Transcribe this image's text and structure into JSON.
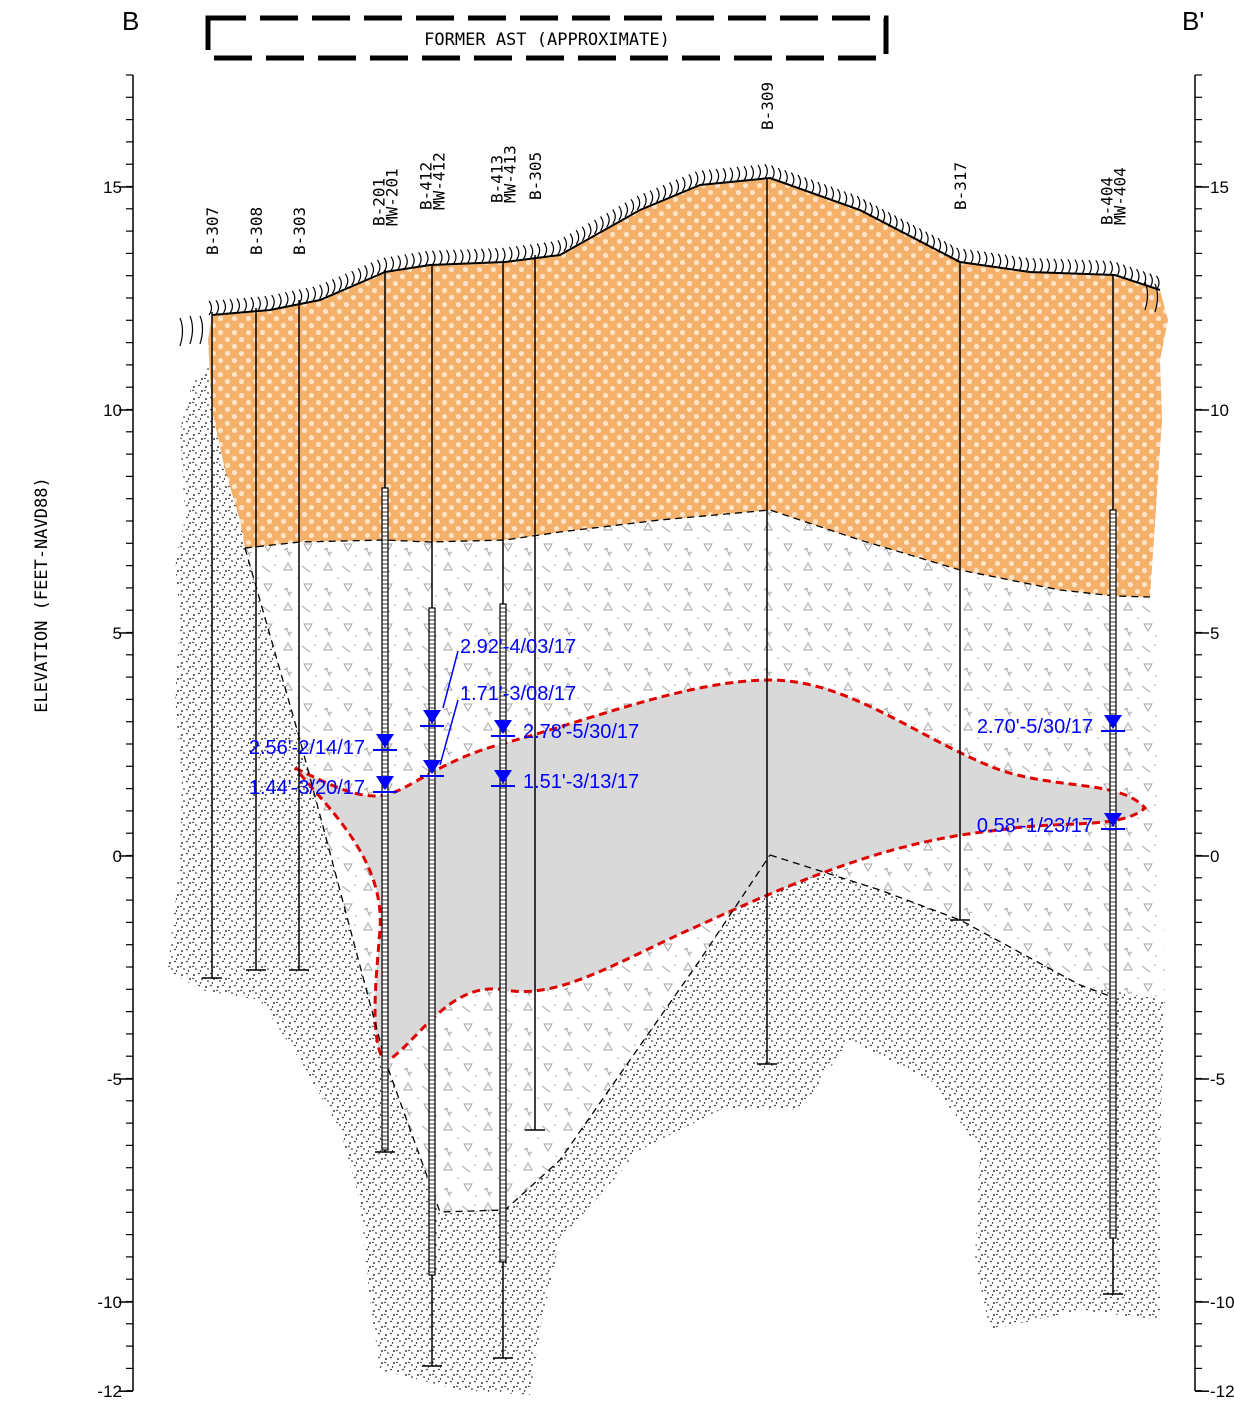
{
  "section": {
    "start_label": "B",
    "end_label": "B'",
    "feature_label": "FORMER AST (APPROXIMATE)",
    "y_axis_title": "ELEVATION (FEET-NAVD88)",
    "left_ticks": [
      "15",
      "10",
      "5",
      "0",
      "-5",
      "-10",
      "-12"
    ],
    "right_ticks": [
      "15",
      "10",
      "5",
      "0",
      "-5",
      "-10",
      "-12"
    ]
  },
  "borings": [
    {
      "id": "B-307",
      "label_lines": [
        "B-307"
      ]
    },
    {
      "id": "B-308",
      "label_lines": [
        "B-308"
      ]
    },
    {
      "id": "B-303",
      "label_lines": [
        "B-303"
      ]
    },
    {
      "id": "B-201",
      "label_lines": [
        "B-201",
        "MW-201"
      ]
    },
    {
      "id": "B-412",
      "label_lines": [
        "B-412",
        "MW-412"
      ]
    },
    {
      "id": "B-413",
      "label_lines": [
        "B-413",
        "MW-413"
      ]
    },
    {
      "id": "B-305",
      "label_lines": [
        "B-305"
      ]
    },
    {
      "id": "B-309",
      "label_lines": [
        "B-309"
      ]
    },
    {
      "id": "B-317",
      "label_lines": [
        "B-317"
      ]
    },
    {
      "id": "B-404",
      "label_lines": [
        "B-404",
        "MW-404"
      ]
    }
  ],
  "water_levels": [
    {
      "text": "2.92'-4/03/17"
    },
    {
      "text": "1.71'-3/08/17"
    },
    {
      "text": "2.78'-5/30/17"
    },
    {
      "text": "2.56'-2/14/17"
    },
    {
      "text": "1.44'-3/20/17"
    },
    {
      "text": "1.51'-3/13/17"
    },
    {
      "text": "2.70'-5/30/17"
    },
    {
      "text": "0.58'-1/23/17"
    }
  ],
  "colors": {
    "fill_orange": "#f5b06a",
    "fill_gray": "#d9d9d9",
    "plume_red": "#e00000",
    "water_blue": "#0000ff",
    "line": "#000000"
  }
}
